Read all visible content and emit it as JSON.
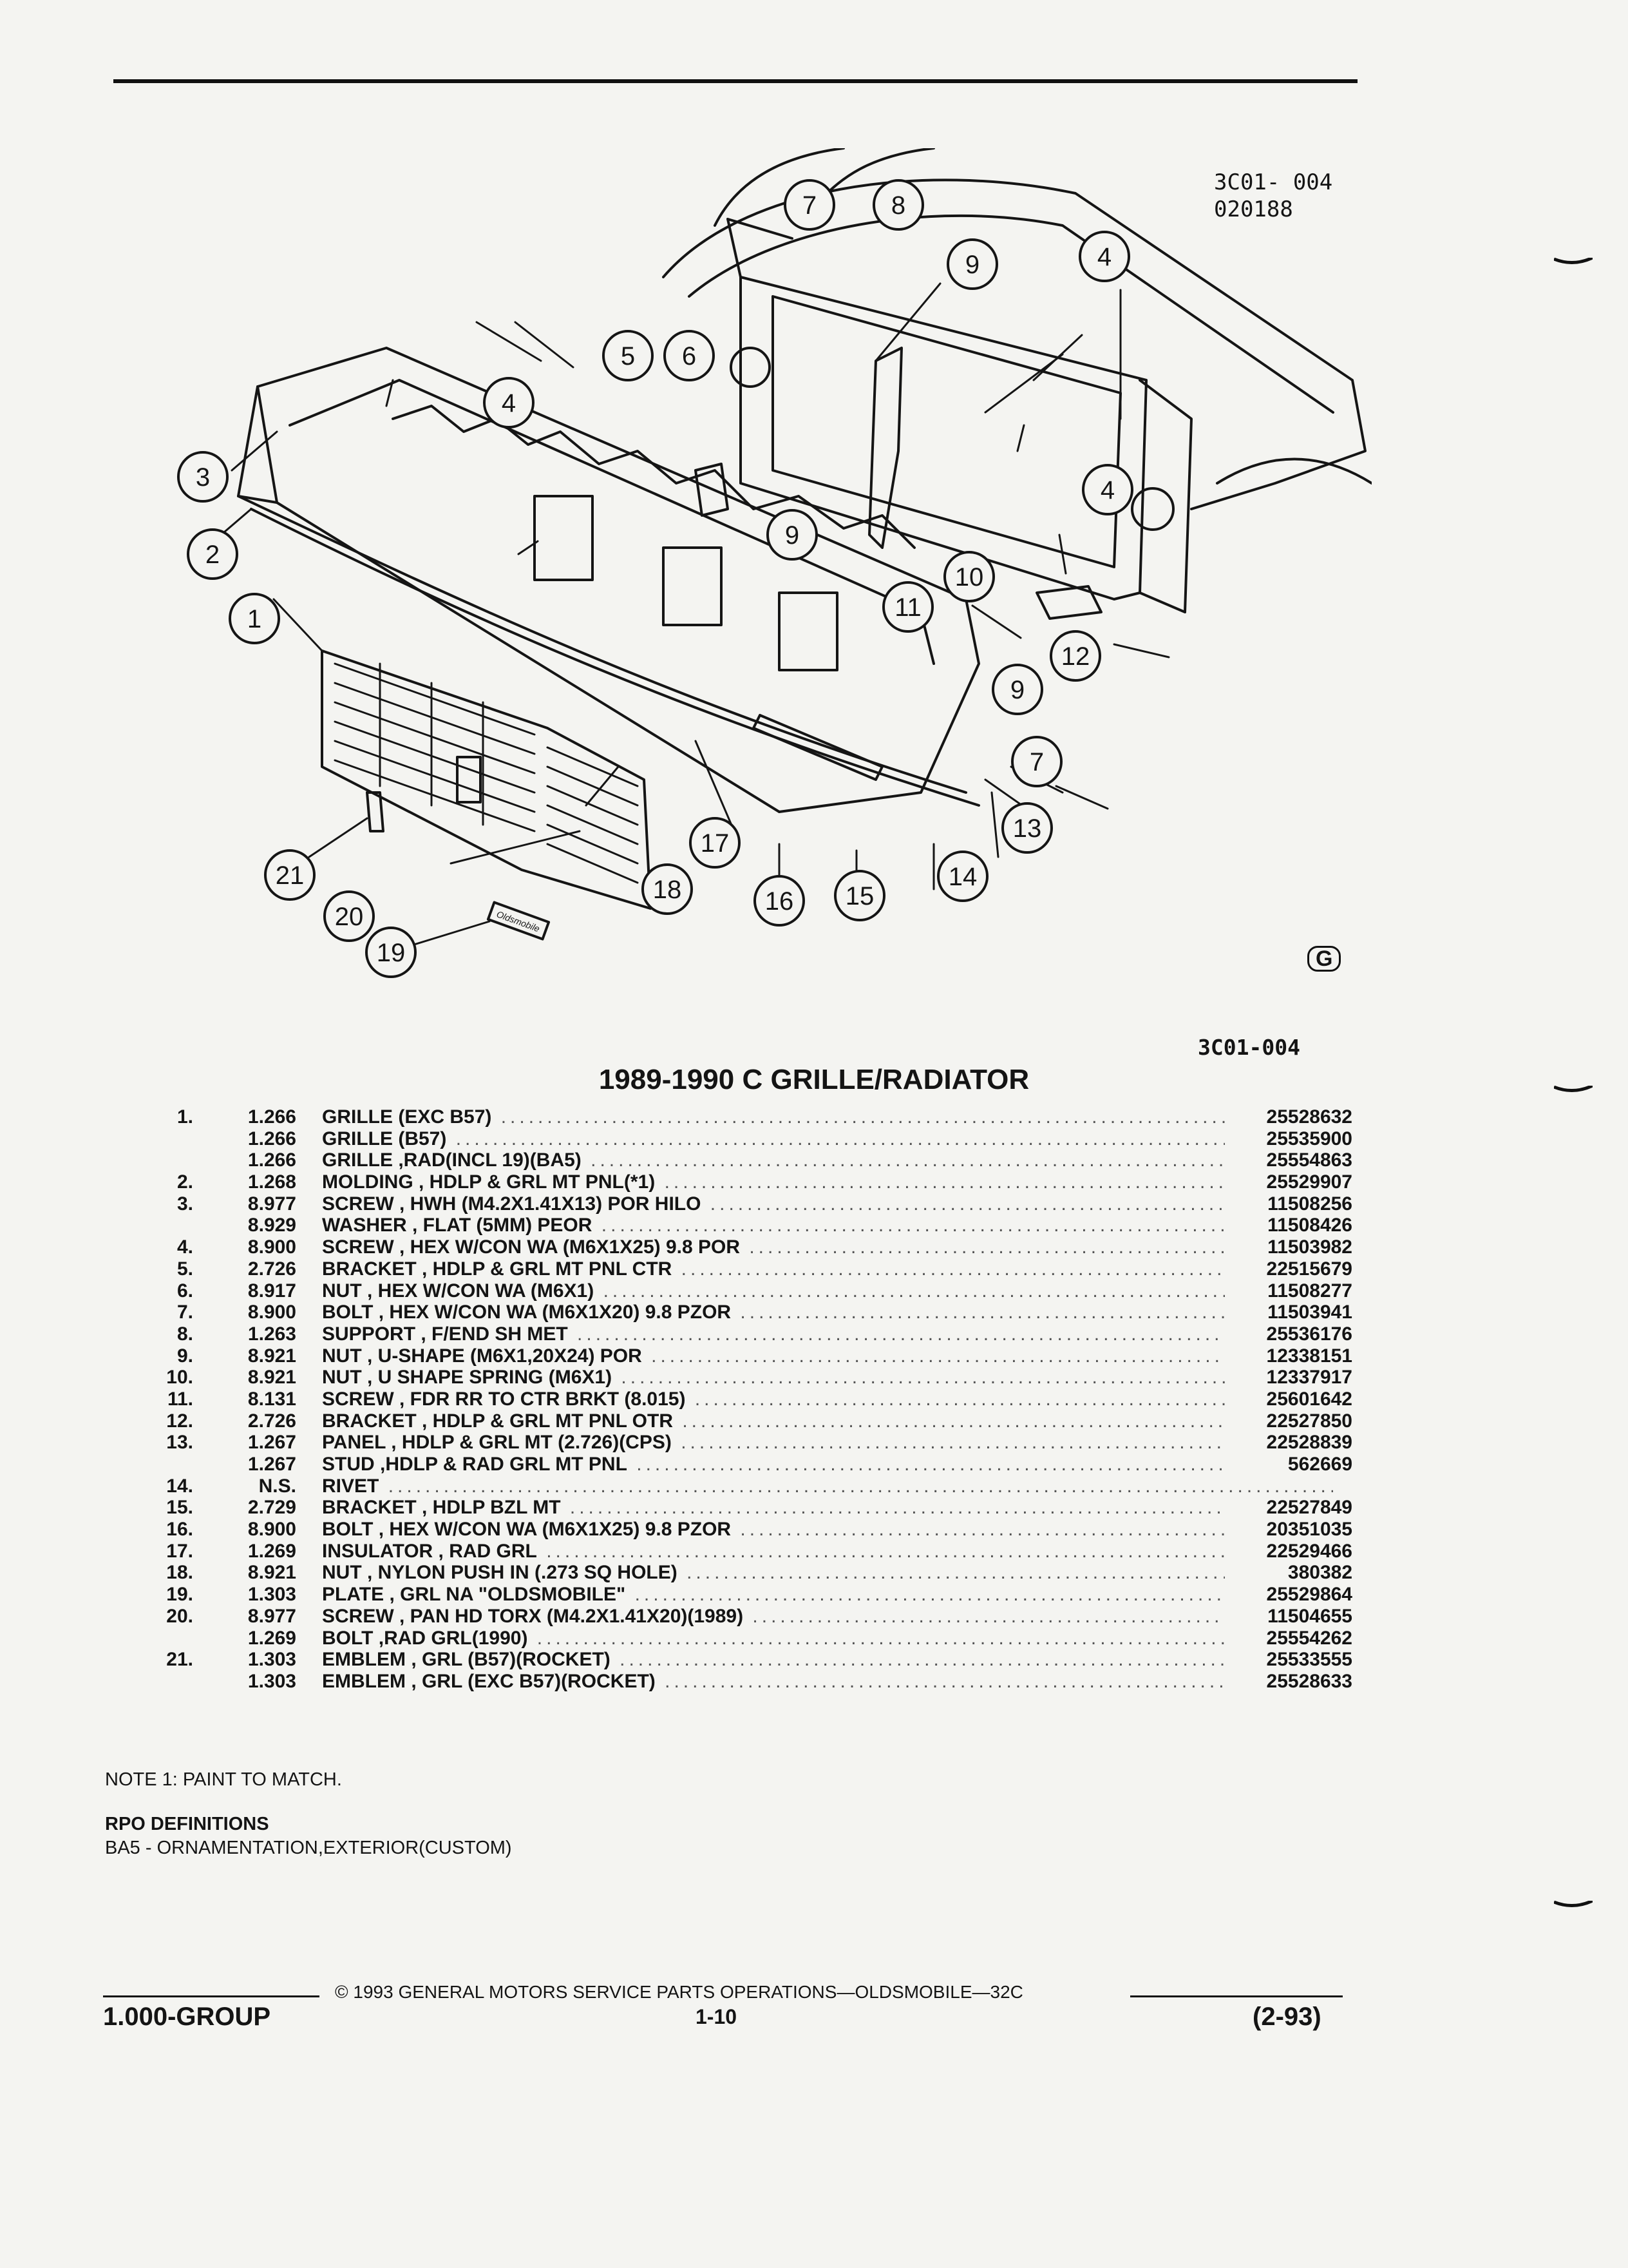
{
  "ref_top": [
    "3C01- 004",
    "020188"
  ],
  "ref_side": "3C01-004",
  "logo": "G",
  "callouts": [
    "1",
    "2",
    "3",
    "4",
    "4",
    "4",
    "5",
    "6",
    "7",
    "7",
    "8",
    "9",
    "9",
    "9",
    "10",
    "11",
    "12",
    "13",
    "14",
    "15",
    "16",
    "17",
    "18",
    "19",
    "20",
    "21"
  ],
  "emblem_text": "Oldsmobile",
  "title": "1989-1990 C GRILLE/RADIATOR",
  "parts": [
    {
      "idx": "1.",
      "code": "1.266",
      "desc": "GRILLE (EXC B57)",
      "pn": "25528632"
    },
    {
      "idx": "",
      "code": "1.266",
      "desc": "GRILLE (B57)",
      "pn": "25535900"
    },
    {
      "idx": "",
      "code": "1.266",
      "desc": "GRILLE ,RAD(INCL 19)(BA5)",
      "pn": "25554863"
    },
    {
      "idx": "2.",
      "code": "1.268",
      "desc": "MOLDING , HDLP & GRL MT PNL(*1)",
      "pn": "25529907"
    },
    {
      "idx": "3.",
      "code": "8.977",
      "desc": "SCREW , HWH (M4.2X1.41X13) POR HILO",
      "pn": "11508256"
    },
    {
      "idx": "",
      "code": "8.929",
      "desc": "WASHER , FLAT (5MM) PEOR",
      "pn": "11508426"
    },
    {
      "idx": "4.",
      "code": "8.900",
      "desc": "SCREW , HEX W/CON WA (M6X1X25) 9.8 POR",
      "pn": "11503982"
    },
    {
      "idx": "5.",
      "code": "2.726",
      "desc": "BRACKET , HDLP & GRL MT PNL CTR",
      "pn": "22515679"
    },
    {
      "idx": "6.",
      "code": "8.917",
      "desc": "NUT , HEX W/CON WA (M6X1)",
      "pn": "11508277"
    },
    {
      "idx": "7.",
      "code": "8.900",
      "desc": "BOLT , HEX W/CON WA (M6X1X20) 9.8 PZOR",
      "pn": "11503941"
    },
    {
      "idx": "8.",
      "code": "1.263",
      "desc": "SUPPORT , F/END SH MET",
      "pn": "25536176"
    },
    {
      "idx": "9.",
      "code": "8.921",
      "desc": "NUT , U-SHAPE (M6X1,20X24) POR",
      "pn": "12338151"
    },
    {
      "idx": "10.",
      "code": "8.921",
      "desc": "NUT , U SHAPE SPRING (M6X1)",
      "pn": "12337917"
    },
    {
      "idx": "11.",
      "code": "8.131",
      "desc": "SCREW , FDR RR TO CTR BRKT (8.015)",
      "pn": "25601642"
    },
    {
      "idx": "12.",
      "code": "2.726",
      "desc": "BRACKET , HDLP & GRL MT PNL OTR",
      "pn": "22527850"
    },
    {
      "idx": "13.",
      "code": "1.267",
      "desc": "PANEL , HDLP & GRL MT (2.726)(CPS)",
      "pn": "22528839"
    },
    {
      "idx": "",
      "code": "1.267",
      "desc": "STUD ,HDLP & RAD GRL MT PNL",
      "pn": "562669"
    },
    {
      "idx": "14.",
      "code": "N.S.",
      "desc": "RIVET",
      "pn": ""
    },
    {
      "idx": "15.",
      "code": "2.729",
      "desc": "BRACKET , HDLP BZL MT",
      "pn": "22527849"
    },
    {
      "idx": "16.",
      "code": "8.900",
      "desc": "BOLT , HEX W/CON WA (M6X1X25) 9.8 PZOR",
      "pn": "20351035"
    },
    {
      "idx": "17.",
      "code": "1.269",
      "desc": "INSULATOR , RAD GRL",
      "pn": "22529466"
    },
    {
      "idx": "18.",
      "code": "8.921",
      "desc": "NUT , NYLON PUSH IN (.273 SQ HOLE)",
      "pn": "380382"
    },
    {
      "idx": "19.",
      "code": "1.303",
      "desc": "PLATE , GRL NA \"OLDSMOBILE\"",
      "pn": "25529864"
    },
    {
      "idx": "20.",
      "code": "8.977",
      "desc": "SCREW , PAN HD TORX (M4.2X1.41X20)(1989)",
      "pn": "11504655"
    },
    {
      "idx": "",
      "code": "1.269",
      "desc": "BOLT ,RAD GRL(1990)",
      "pn": "25554262"
    },
    {
      "idx": "21.",
      "code": "1.303",
      "desc": "EMBLEM , GRL (B57)(ROCKET)",
      "pn": "25533555"
    },
    {
      "idx": "",
      "code": "1.303",
      "desc": "EMBLEM , GRL (EXC B57)(ROCKET)",
      "pn": "25528633"
    }
  ],
  "note": "NOTE  1:  PAINT TO MATCH.",
  "rpo_heading": "RPO DEFINITIONS",
  "rpo_def": "BA5 - ORNAMENTATION,EXTERIOR(CUSTOM)",
  "copyright": "© 1993 GENERAL MOTORS SERVICE PARTS OPERATIONS—OLDSMOBILE—32C",
  "group": "1.000-GROUP",
  "page_number": "1-10",
  "date": "(2-93)"
}
